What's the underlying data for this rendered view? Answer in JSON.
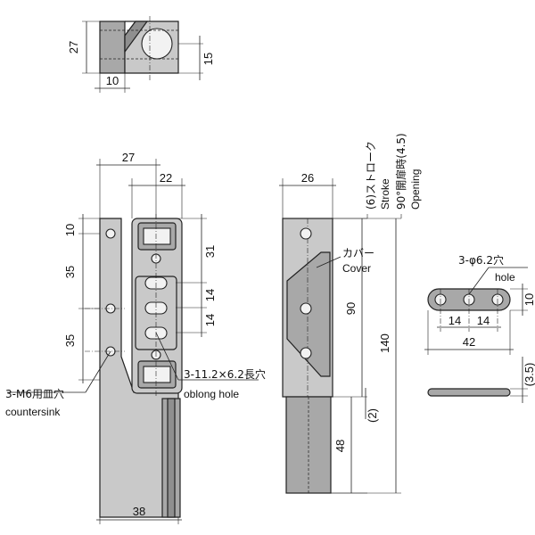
{
  "dimensions": {
    "top_height": "27",
    "top_offset": "10",
    "top_right": "15",
    "front_width": "27",
    "front_inner": "22",
    "front_top": "10",
    "front_pitch1": "35",
    "front_pitch2": "35",
    "front_31": "31",
    "front_14a": "14",
    "front_14b": "14",
    "front_bottom_width": "38",
    "side_width": "26",
    "side_90": "90",
    "side_140": "140",
    "side_48": "48",
    "side_2": "(2)",
    "hole_14a": "14",
    "hole_14b": "14",
    "hole_42": "42",
    "hole_10": "10",
    "hole_thk": "(3.5)"
  },
  "labels": {
    "stroke_jp": "(6)ストローク",
    "stroke_en": "Stroke",
    "opening_jp": "90°開扉時(4.5)",
    "opening_en": "Opening",
    "cover_jp": "カバー",
    "cover_en": "Cover",
    "countersink_jp": "3-M6用皿穴",
    "countersink_en": "countersink",
    "oblong_jp": "3-11.2×6.2長穴",
    "oblong_en": "oblong hole",
    "hole_jp": "3-φ6.2穴",
    "hole_en": "hole"
  }
}
